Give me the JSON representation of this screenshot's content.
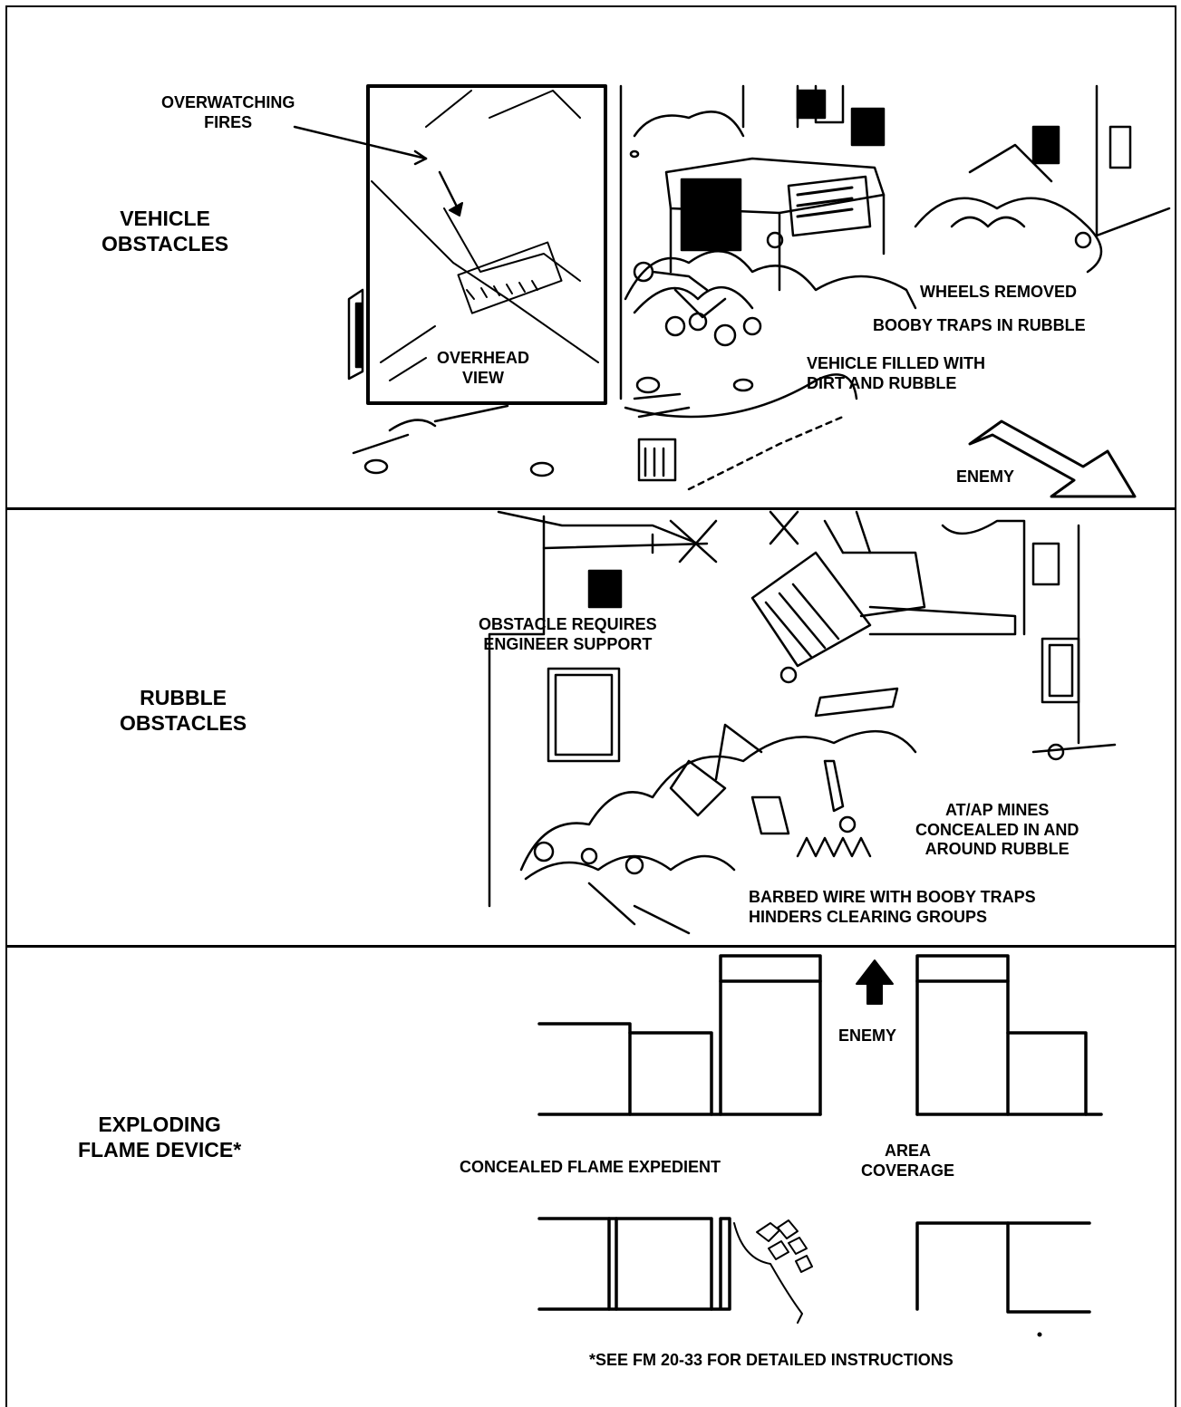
{
  "sections": [
    {
      "title_lines": [
        "VEHICLE",
        "OBSTACLES"
      ]
    },
    {
      "title_lines": [
        "RUBBLE",
        "OBSTACLES"
      ]
    },
    {
      "title_lines": [
        "EXPLODING",
        "FLAME DEVICE*"
      ]
    }
  ],
  "vehicle": {
    "overwatching_lines": [
      "OVERWATCHING",
      "FIRES"
    ],
    "overhead_lines": [
      "OVERHEAD",
      "VIEW"
    ],
    "wheels_removed": "WHEELS REMOVED",
    "booby_traps": "BOOBY TRAPS IN RUBBLE",
    "filled_lines": [
      "VEHICLE FILLED WITH",
      "DIRT AND RUBBLE"
    ],
    "enemy": "ENEMY"
  },
  "rubble": {
    "engineer_lines": [
      "OBSTACLE REQUIRES",
      "ENGINEER SUPPORT"
    ],
    "mines_lines": [
      "AT/AP MINES",
      "CONCEALED IN AND",
      "AROUND RUBBLE"
    ],
    "wire_lines": [
      "BARBED WIRE WITH BOOBY TRAPS",
      "HINDERS CLEARING GROUPS"
    ]
  },
  "flame": {
    "enemy": "ENEMY",
    "expedient": "CONCEALED FLAME EXPEDIENT",
    "area_lines": [
      "AREA",
      "COVERAGE"
    ],
    "footnote": "*SEE FM 20-33 FOR DETAILED INSTRUCTIONS"
  }
}
